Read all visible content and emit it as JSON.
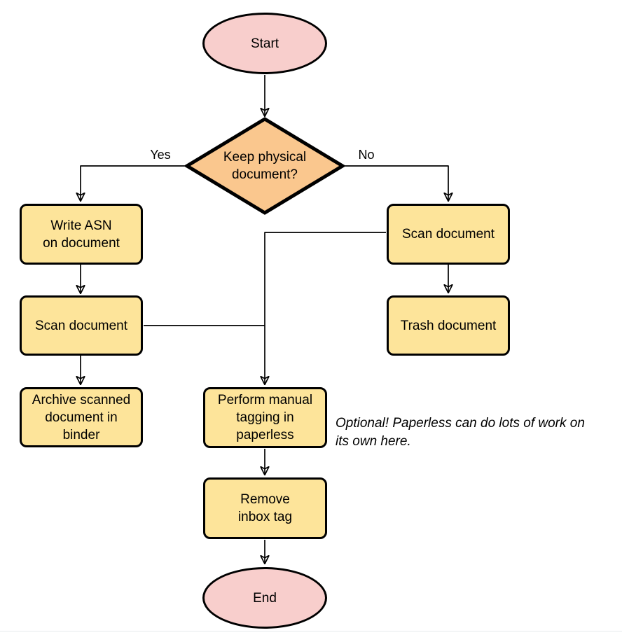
{
  "diagram": {
    "colors": {
      "terminal_fill": "#F8CECC",
      "decision_fill": "#FAC78E",
      "process_fill": "#FDE49A",
      "shape_stroke": "#000000",
      "edge_stroke": "#000000",
      "text_color": "#000000",
      "page_bg": "#ffffff"
    },
    "nodes": {
      "start": {
        "type": "terminal",
        "label": "Start"
      },
      "decision": {
        "type": "decision",
        "label": "Keep physical\ndocument?"
      },
      "write_asn": {
        "type": "process",
        "label": "Write ASN\non document"
      },
      "scan_left": {
        "type": "process",
        "label": "Scan document"
      },
      "archive_binder": {
        "type": "process",
        "label": "Archive scanned\ndocument in\nbinder"
      },
      "scan_right": {
        "type": "process",
        "label": "Scan document"
      },
      "trash": {
        "type": "process",
        "label": "Trash document"
      },
      "manual_tagging": {
        "type": "process",
        "label": "Perform manual\ntagging in\npaperless"
      },
      "remove_inbox": {
        "type": "process",
        "label": "Remove\ninbox tag"
      },
      "end": {
        "type": "terminal",
        "label": "End"
      }
    },
    "edge_labels": {
      "yes": "Yes",
      "no": "No"
    },
    "annotation": "Optional! Paperless can do lots of work on\nits own here."
  }
}
